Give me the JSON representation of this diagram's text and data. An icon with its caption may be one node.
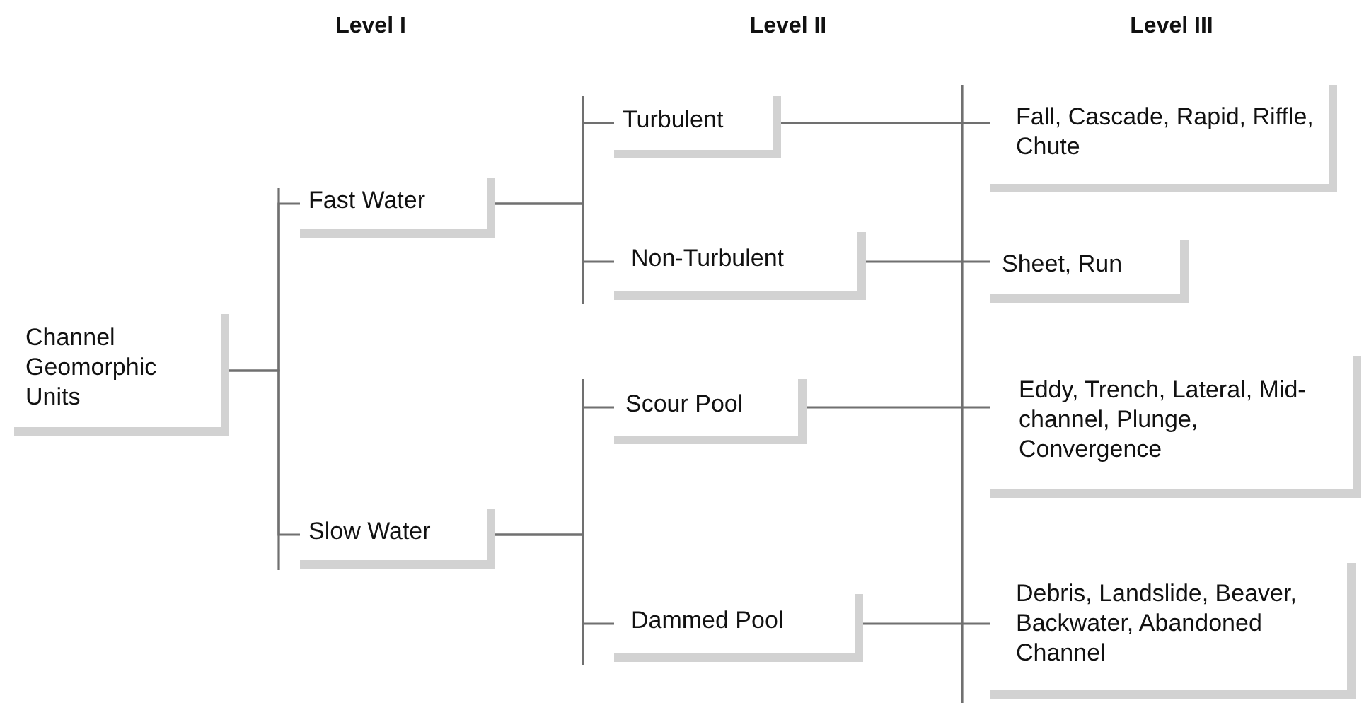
{
  "diagram": {
    "nodes": [
      {
        "text": [
          "Channel Geomorphic Units"
        ]
      },
      {
        "text": [
          "Fast Water"
        ]
      },
      {
        "text": [
          "Slow Water"
        ]
      },
      {
        "text": [
          "Turbulent"
        ]
      },
      {
        "text": [
          "Non-Turbulent"
        ]
      },
      {
        "text": [
          "Scour Pool"
        ]
      },
      {
        "text": [
          "Dammed Pool"
        ]
      },
      {
        "text": [
          "Fall, Cascade, Rapid, Riffle, Chute"
        ]
      },
      {
        "text": [
          "Sheet, Run"
        ]
      },
      {
        "text": [
          "Eddy, Trench, Lateral, Mid-channel, Plunge, Convergence"
        ]
      },
      {
        "text": [
          "Debris, Landslide, Beaver, Backwater, Abandoned Channel"
        ]
      }
    ],
    "edges": [
      {
        "from": 0,
        "to": 1,
        "arrow": "none"
      },
      {
        "from": 0,
        "to": 2,
        "arrow": "none"
      },
      {
        "from": 1,
        "to": 3,
        "arrow": "none"
      },
      {
        "from": 1,
        "to": 4,
        "arrow": "none"
      },
      {
        "from": 2,
        "to": 5,
        "arrow": "none"
      },
      {
        "from": 2,
        "to": 6,
        "arrow": "none"
      },
      {
        "from": 3,
        "to": 7,
        "arrow": "none"
      },
      {
        "from": 4,
        "to": 8,
        "arrow": "none"
      },
      {
        "from": 5,
        "to": 9,
        "arrow": "none"
      },
      {
        "from": 6,
        "to": 10,
        "arrow": "none"
      }
    ],
    "labels": [
      "Level I",
      "Level II",
      "Level III"
    ]
  }
}
